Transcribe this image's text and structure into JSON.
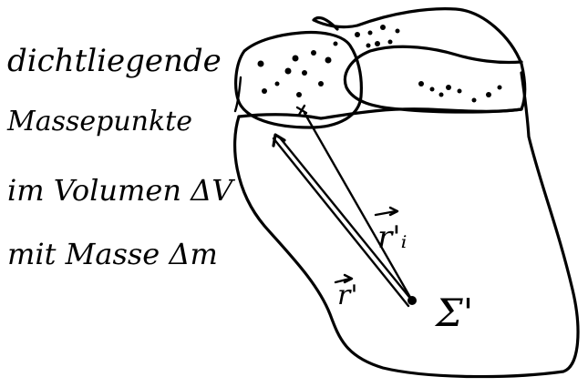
{
  "notes": {
    "line1": "dichtliegende",
    "line2": "Massepunkte",
    "line3": "im Volumen ΔV",
    "line4": "mit Masse Δm"
  },
  "labels": {
    "ri_prime": "r'ᵢ",
    "r_prime": "r'",
    "sigma_prime": "Σ'"
  },
  "colors": {
    "ink": "#000000",
    "paper": "#ffffff"
  }
}
